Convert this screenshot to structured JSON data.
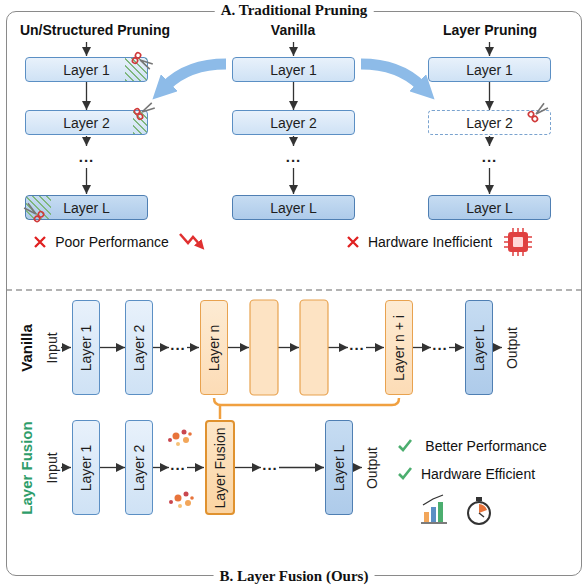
{
  "diagram": {
    "nodes": [
      {
        "text": [
          "A. Traditional Pruning",
          "B. Layer Fusion (Ours)"
        ]
      },
      {
        "text": [
          "Layer 1"
        ],
        "in": 0
      },
      {
        "text": [
          "Layer 2"
        ],
        "in": 0
      },
      {
        "text": [
          "Layer L"
        ],
        "in": 0
      },
      {
        "text": [
          "Layer 1"
        ],
        "in": 0
      },
      {
        "text": [
          "Layer 2"
        ],
        "in": 0
      },
      {
        "text": [
          "Layer L"
        ],
        "in": 0
      },
      {
        "text": [
          "Layer 1"
        ],
        "in": 0
      },
      {
        "text": [
          "Layer 2"
        ],
        "in": 0
      },
      {
        "text": [
          "Layer L"
        ],
        "in": 0
      },
      {
        "text": [
          "Layer 1"
        ],
        "in": 0
      },
      {
        "text": [
          "Layer 2"
        ],
        "in": 0
      },
      {
        "text": [
          "Layer n"
        ],
        "in": 0
      },
      {
        "text": [
          "Layer n + i"
        ],
        "in": 0
      },
      {
        "text": [
          "Layer L"
        ],
        "in": 0
      },
      {
        "text": [
          "Layer 1"
        ],
        "in": 0
      },
      {
        "text": [
          "Layer 2"
        ],
        "in": 0
      },
      {
        "text": [
          "Layer Fusion"
        ],
        "in": 0
      },
      {
        "text": [
          "Layer L"
        ],
        "in": 0
      }
    ],
    "edges": [
      {
        "from": 1,
        "to": 2,
        "arrow": "to"
      },
      {
        "from": 4,
        "to": 5,
        "arrow": "to"
      },
      {
        "from": 7,
        "to": 8,
        "arrow": "to"
      },
      {
        "from": 10,
        "to": 11,
        "arrow": "to"
      },
      {
        "from": 15,
        "to": 16,
        "arrow": "to"
      }
    ],
    "labels": [
      "Un/Structured Pruning",
      "Vanilla",
      "Layer Pruning",
      "...",
      "...",
      "...",
      "Poor Performance",
      "Hardware Inefficient",
      "Vanilla",
      "Input",
      "...",
      "...",
      "...",
      "Output",
      "Layer Fusion",
      "Input",
      "...",
      "...",
      "Output",
      "Better Performance",
      "Hardware Efficient"
    ]
  }
}
